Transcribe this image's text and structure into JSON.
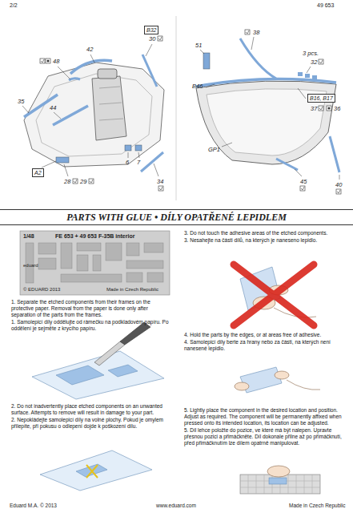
{
  "diagram": {
    "title": "PARTS WITH GLUE • DÍLY OPATŘENÉ LEPIDLEM",
    "nodes": [
      {
        "text": [
          "B32"
        ]
      },
      {
        "text": [
          "A2"
        ]
      },
      {
        "text": [
          "B16, B17"
        ]
      },
      {
        "text": [
          "PARTS WITH GLUE • DÍLY OPATŘENÉ LEPIDLEM"
        ]
      },
      {
        "text": [
          "1/48",
          "FE 653 + 49 653 F-35B interior",
          "eduard",
          "© EDUARD 2013",
          "Made in Czech Republic"
        ]
      }
    ],
    "labels": [
      "2/2",
      "49 653",
      "30",
      "48",
      "42",
      "35",
      "44",
      "28",
      "29",
      "6",
      "7",
      "34",
      "51",
      "38",
      "3 pcs.",
      "32",
      "B46",
      "37",
      "36",
      "GP1",
      "45",
      "40",
      "1. Separate the etched components from their frames on the protective paper. Removal from the paper is done only after separation of the parts from the frames.",
      "1. Samolepicí díly oddělujte od rámečku na podkladovém papíru. Po oddělení je sejměte z krycího papíru.",
      "2. Do not inadvertently place etched components on an unwanted surface. Attempts to remove will result in damage to your part.",
      "2. Nepokládejte samolepicí díly na volné plochy. Pokud je omylem přilepíte, při pokusu o odlepení dojde k poškození dílu.",
      "3. Do not touch the adhesive areas of the etched components.",
      "3. Nesahejte na části dílů, na kterých je naneseno lepidlo.",
      "4. Hold the parts by the edges, or at areas free of adhesive.",
      "4. Samolepicí díly berte za hrany nebo za části, na kterých není nanesené lepidlo.",
      "5. Lightly place the component in the desired location and position. Adjust as required. The component will be permanently affixed when pressed onto its intended location, its location can be adjusted.",
      "5. Díl lehce položte do pozice, ve které má být nalepen. Upravte přesnou pozici a přimáčkněte. Díl dokonale přilne až po přimáčknutí, před přimáčknutím lze dílem opatrně manipulovat.",
      "Eduard M.A. © 2013",
      "www.eduard.com",
      "Made in Czech Republic"
    ]
  }
}
